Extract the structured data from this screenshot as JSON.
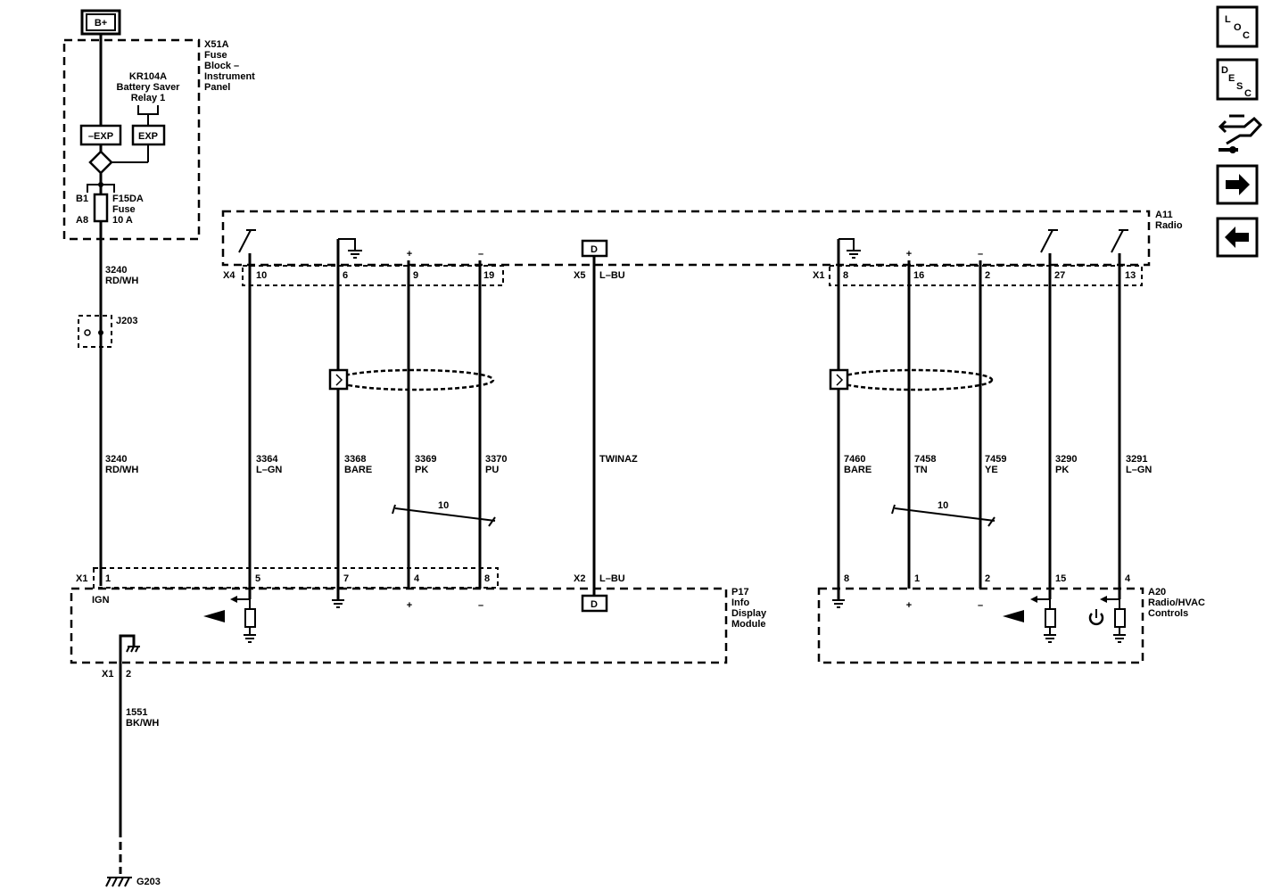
{
  "power": {
    "bplus": "B+"
  },
  "fuse_block": {
    "label_lines": [
      "X51A",
      "Fuse",
      "Block –",
      "Instrument",
      "Panel"
    ],
    "relay_lines": [
      "KR104A",
      "Battery Saver",
      "Relay 1"
    ],
    "neg_exp": "–EXP",
    "exp": "EXP",
    "pin_top": "B1",
    "pin_bottom": "A8",
    "fuse_lines": [
      "F15DA",
      "Fuse",
      "10 A"
    ]
  },
  "feed_wire_top": {
    "circuit": "3240",
    "color": "RD/WH"
  },
  "splice": {
    "name": "J203"
  },
  "feed_wire_mid": {
    "circuit": "3240",
    "color": "RD/WH"
  },
  "radio": {
    "name_lines": [
      "A11",
      "Radio"
    ],
    "x4": {
      "connector": "X4",
      "pins": [
        "10",
        "6",
        "9",
        "19"
      ]
    },
    "x5": {
      "connector": "X5",
      "wire_color": "L–BU"
    },
    "x1": {
      "connector": "X1",
      "pins": [
        "8",
        "16",
        "2",
        "27",
        "13"
      ]
    },
    "symbols": {
      "plus": "+",
      "minus": "–",
      "d": "D"
    }
  },
  "left_wires": [
    {
      "circuit": "3364",
      "color": "L–GN"
    },
    {
      "circuit": "3368",
      "color": "BARE"
    },
    {
      "circuit": "3369",
      "color": "PK"
    },
    {
      "circuit": "3370",
      "color": "PU"
    }
  ],
  "twinax": {
    "label": "TWINAZ"
  },
  "right_wires": [
    {
      "circuit": "7460",
      "color": "BARE"
    },
    {
      "circuit": "7458",
      "color": "TN"
    },
    {
      "circuit": "7459",
      "color": "YE"
    },
    {
      "circuit": "3290",
      "color": "PK"
    },
    {
      "circuit": "3291",
      "color": "L–GN"
    }
  ],
  "bus_left": {
    "label": "10"
  },
  "bus_right": {
    "label": "10"
  },
  "info_display": {
    "name_lines": [
      "P17",
      "Info",
      "Display",
      "Module"
    ],
    "x1": {
      "connector": "X1",
      "pins": [
        "1",
        "5",
        "7",
        "4",
        "8"
      ]
    },
    "x2": {
      "connector": "X2",
      "wire_color": "L–BU"
    },
    "ign": "IGN",
    "ground_connector": "X1",
    "ground_pin": "2"
  },
  "hvac_controls": {
    "name_lines": [
      "A20",
      "Radio/HVAC",
      "Controls"
    ],
    "pins": [
      "8",
      "1",
      "2",
      "15",
      "4"
    ]
  },
  "ground_wire": {
    "circuit": "1551",
    "color": "BK/WH"
  },
  "ground": {
    "name": "G203"
  },
  "nav": {
    "loc": [
      "L",
      "O",
      "C"
    ],
    "desc": [
      "D",
      "E",
      "S",
      "C"
    ]
  }
}
